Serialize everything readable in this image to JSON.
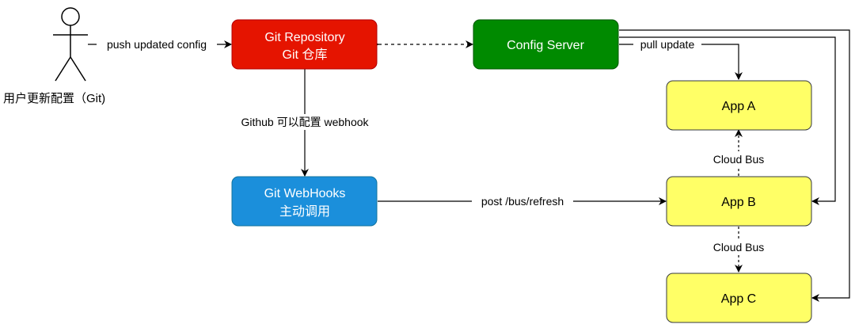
{
  "actor": {
    "label": "用户更新配置（Git)"
  },
  "nodes": {
    "git_repository": {
      "line1": "Git Repository",
      "line2": "Git 仓库",
      "fill": "#e51400",
      "stroke": "#b20000",
      "text_color": "#ffffff"
    },
    "config_server": {
      "label": "Config Server",
      "fill": "#008a00",
      "stroke": "#005700",
      "text_color": "#ffffff"
    },
    "git_webhooks": {
      "line1": "Git WebHooks",
      "line2": "主动调用",
      "fill": "#1b8fdb",
      "stroke": "#10739e",
      "text_color": "#ffffff"
    },
    "app_a": {
      "label": "App A",
      "fill": "#ffff66",
      "stroke": "#36393d",
      "text_color": "#000000"
    },
    "app_b": {
      "label": "App B",
      "fill": "#ffff66",
      "stroke": "#36393d",
      "text_color": "#000000"
    },
    "app_c": {
      "label": "App C",
      "fill": "#ffff66",
      "stroke": "#36393d",
      "text_color": "#000000"
    }
  },
  "edges": {
    "push": "push updated config",
    "webhook": "Github 可以配置 webhook",
    "refresh": "post /bus/refresh",
    "pull": "pull update",
    "bus_ab": "Cloud Bus",
    "bus_bc": "Cloud Bus"
  }
}
